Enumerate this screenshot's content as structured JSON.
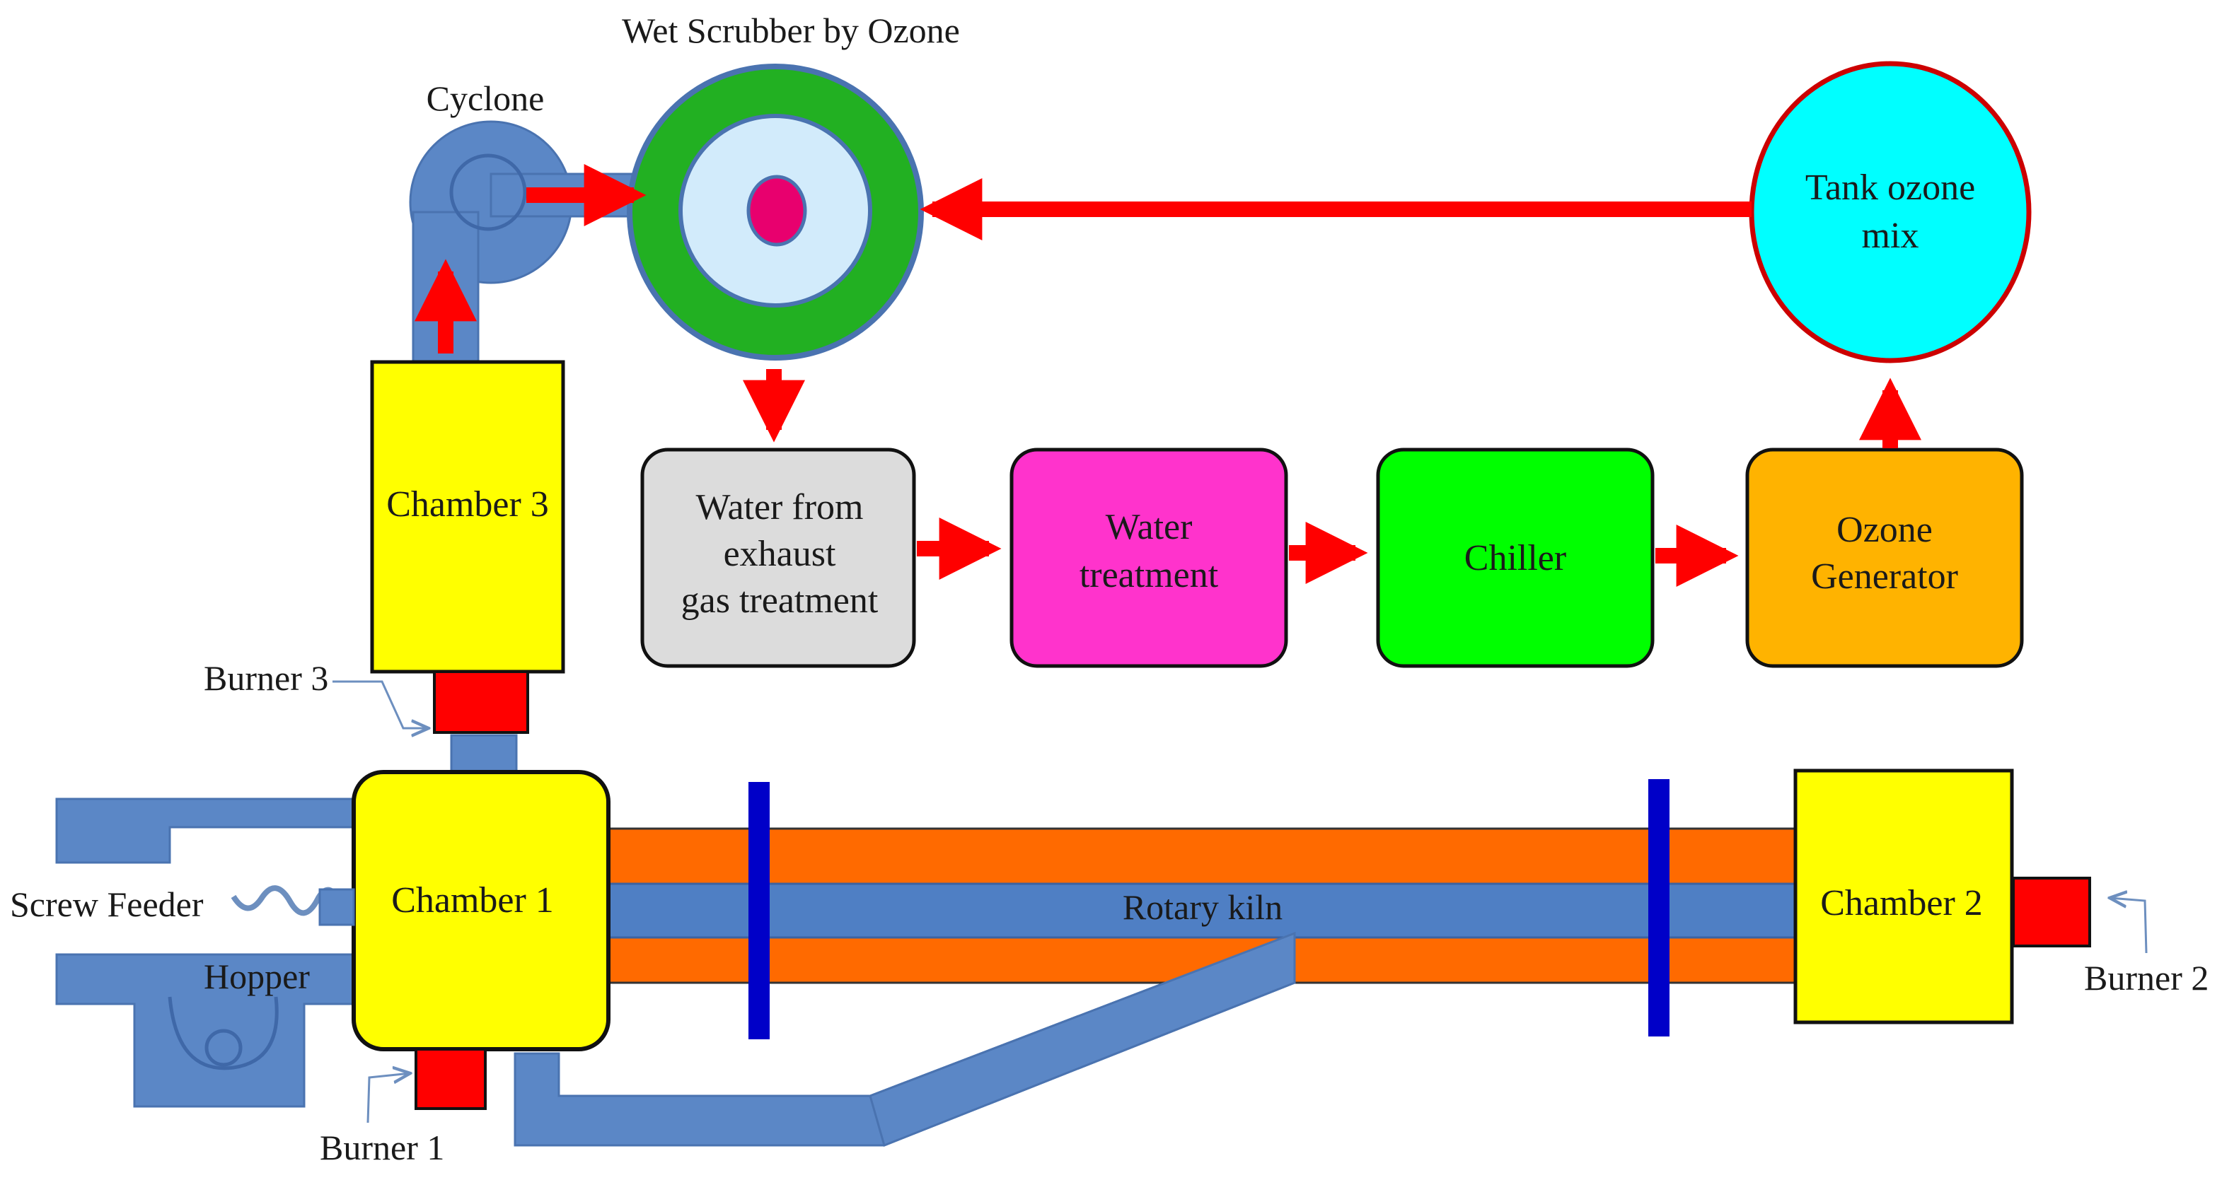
{
  "labels": {
    "wet_scrubber": "Wet Scrubber by Ozone",
    "cyclone": "Cyclone",
    "chamber3": "Chamber 3",
    "burner3": "Burner 3",
    "screw_feeder": "Screw Feeder",
    "hopper": "Hopper",
    "chamber1": "Chamber 1",
    "burner1": "Burner 1",
    "rotary_kiln": "Rotary kiln",
    "chamber2": "Chamber 2",
    "burner2": "Burner 2",
    "tank_ozone_mix": [
      "Tank ozone",
      "mix"
    ],
    "water_from_exhaust": [
      "Water from",
      "exhaust",
      "gas treatment"
    ],
    "water_treatment": [
      "Water",
      "treatment"
    ],
    "chiller": "Chiller",
    "ozone_generator": [
      "Ozone",
      "Generator"
    ]
  },
  "colors": {
    "pipe": "#5b87c6",
    "pipe_edge": "#4a73b0",
    "arrow": "#ff0000",
    "chamber": "#ffff00",
    "burner": "#ff0000",
    "kiln_outer": "#ff6a00",
    "kiln_inner": "#4f7fc4",
    "kiln_band": "#0000c8",
    "scrubber_outer": "#22b022",
    "scrubber_inner": "#d2ebfb",
    "scrubber_core": "#e8006e",
    "tank": "#00ffff",
    "tank_edge": "#cc0000",
    "water_exhaust_box": "#dcdcdc",
    "water_treatment_box": "#ff33cc",
    "chiller_box": "#00ff00",
    "ozone_generator_box": "#ffb300",
    "callout": "#6d8fbf"
  }
}
